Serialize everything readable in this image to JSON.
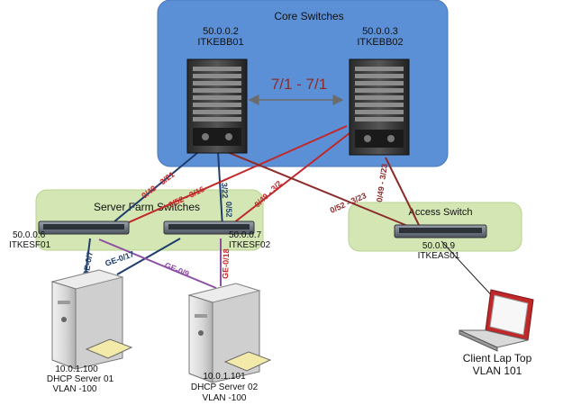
{
  "colors": {
    "core_fill": "#5b8fd6",
    "core_stroke": "#4a78b8",
    "group_fill": "#d3e6b4",
    "group_stroke": "#b9d38f",
    "link_red": "#c0282a",
    "link_darkred": "#8b2d2a",
    "link_navy": "#1f3d6b",
    "link_purple": "#8e4fa3",
    "link_gray": "#6b6b6b"
  },
  "groups": {
    "core": "Core Switches",
    "server_farm": "Server Farm Switches",
    "access": "Access Switch"
  },
  "devices": {
    "core1": {
      "ip": "50.0.0.2",
      "name": "ITKEBB01"
    },
    "core2": {
      "ip": "50.0.0.3",
      "name": "ITKEBB02"
    },
    "sf1": {
      "ip": "50.0.0.6",
      "name": "ITKESF01"
    },
    "sf2": {
      "ip": "50.0.0.7",
      "name": "ITKESF02"
    },
    "acc": {
      "ip": "50.0.0.9",
      "name": "ITKEAS01"
    },
    "srv1": {
      "ip": "10.0.1.100",
      "name": "DHCP Server 01",
      "vlan": "VLAN -100"
    },
    "srv2": {
      "ip": "10.0.1.101",
      "name": "DHCP Server 02",
      "vlan": "VLAN -100"
    },
    "laptop": {
      "name": "Client Lap Top",
      "vlan": "VLAN 101"
    }
  },
  "links": {
    "core_interlink": "7/1 -  7/1",
    "l_049_321": "0/49 - 3/21",
    "l_052_316": "0/52 - 3/16",
    "l_322": "3/22",
    "l_052": "0/52",
    "l_049_32": "0/49 - 3/2",
    "l_052_323": "0/52 - 3/23",
    "l_049_323": "0/49 - 3/23",
    "ge07": "GE-0/7",
    "ge017": "GE-0/17",
    "ge09": "GE-0/9",
    "ge018": "GE-0/18"
  }
}
